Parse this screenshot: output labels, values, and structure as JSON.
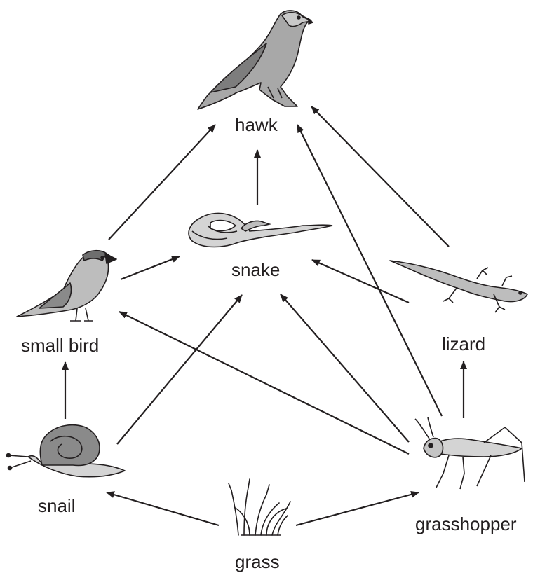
{
  "title": "",
  "organisms": {
    "hawk": "hawk",
    "snake": "snake",
    "small_bird": "small bird",
    "lizard": "lizard",
    "snail": "snail",
    "grasshopper": "grasshopper",
    "grass": "grass"
  },
  "arrows": [
    {
      "from": "grass",
      "to": "snail"
    },
    {
      "from": "grass",
      "to": "grasshopper"
    },
    {
      "from": "snail",
      "to": "small bird"
    },
    {
      "from": "snail",
      "to": "snake"
    },
    {
      "from": "grasshopper",
      "to": "small bird"
    },
    {
      "from": "grasshopper",
      "to": "snake"
    },
    {
      "from": "grasshopper",
      "to": "lizard"
    },
    {
      "from": "grasshopper",
      "to": "hawk"
    },
    {
      "from": "small bird",
      "to": "snake"
    },
    {
      "from": "small bird",
      "to": "hawk"
    },
    {
      "from": "lizard",
      "to": "snake"
    },
    {
      "from": "lizard",
      "to": "hawk"
    },
    {
      "from": "snake",
      "to": "hawk"
    }
  ],
  "colors": {
    "line": "#231f20",
    "fill_light": "#d9d9d9",
    "fill_mid": "#9a9a9a",
    "fill_dark": "#6e6e6e"
  }
}
